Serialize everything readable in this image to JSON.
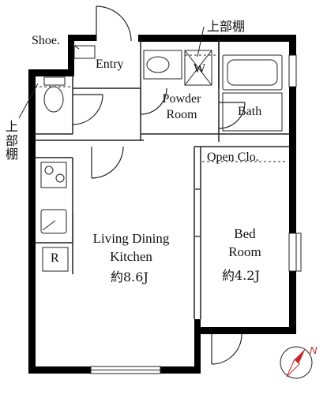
{
  "labels": {
    "shoe": "Shoe.",
    "entry": "Entry",
    "wash": "W",
    "upper_shelf_top": "上部棚",
    "upper_shelf_left": [
      "上",
      "部",
      "棚"
    ],
    "powder_room": [
      "Powder",
      "Room"
    ],
    "bath": "Bath",
    "open_closet": "Open Clo.",
    "ldk": [
      "Living Dining",
      "Kitchen"
    ],
    "ldk_size": "約8.6J",
    "fridge": "R",
    "bed": [
      "Bed",
      "Room"
    ],
    "bed_size": "約4.2J",
    "north": "N"
  },
  "colors": {
    "wall": "#000000",
    "line": "#222222",
    "compass": "#c62828"
  }
}
